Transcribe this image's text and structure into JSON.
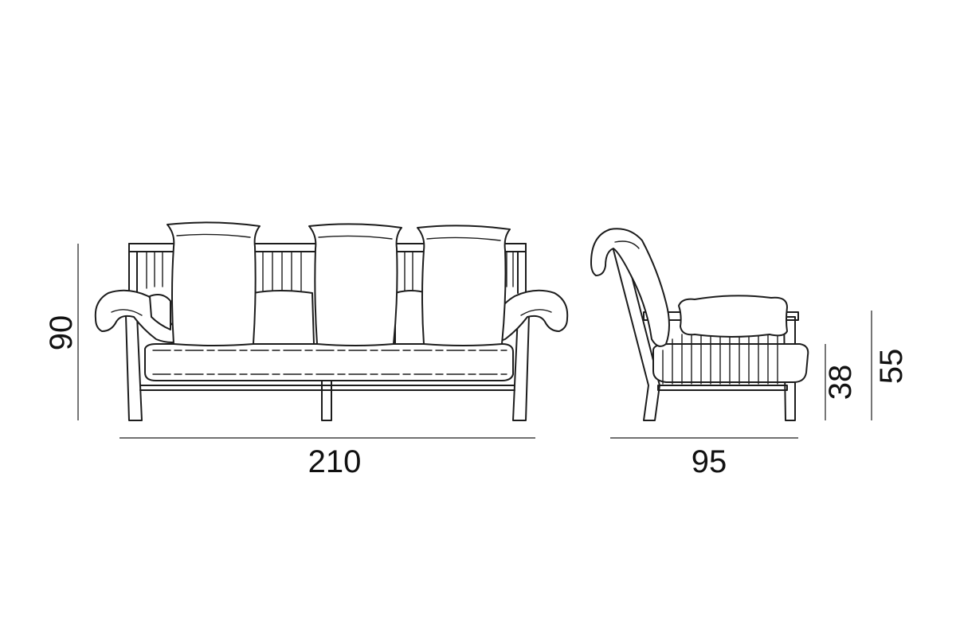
{
  "front_view": {
    "width_label": "210",
    "height_label": "90"
  },
  "side_view": {
    "depth_label": "95",
    "seat_height_label": "38",
    "arm_height_label": "55"
  },
  "colors": {
    "line": "#1c1c1c",
    "background": "#ffffff"
  }
}
